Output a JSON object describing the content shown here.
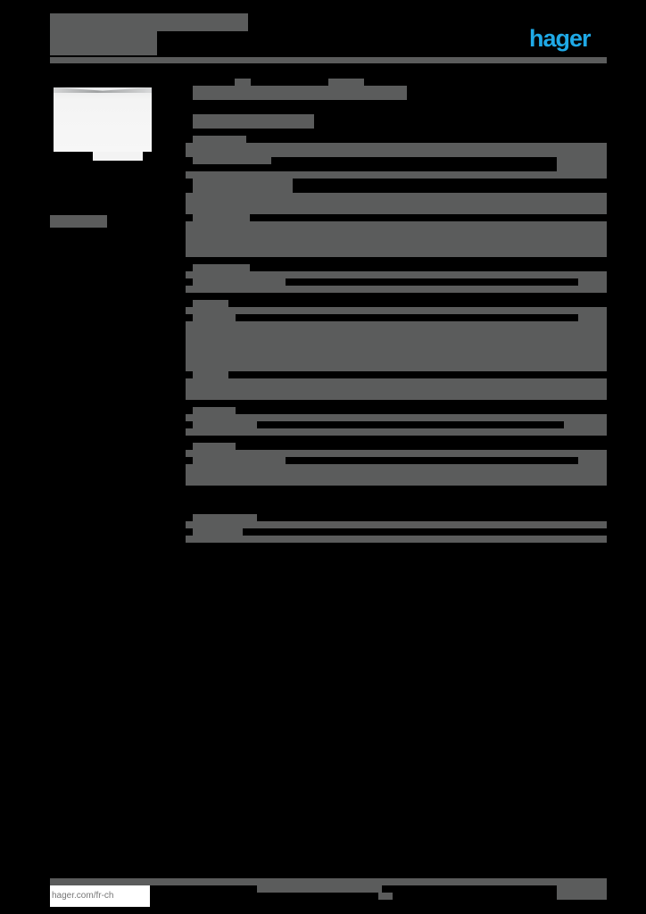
{
  "header": {
    "brand_logo": "hager",
    "brand_color": "#1fa9e6",
    "title_redacted": true
  },
  "product_image": {
    "alt": "white cable trunking corner piece"
  },
  "sidebar": {
    "label_redacted": true
  },
  "main": {
    "title_redacted": true,
    "subtitle_redacted": true,
    "sections_count": 10
  },
  "footer": {
    "url": "hager.com/fr-ch"
  },
  "colors": {
    "redaction": "#5b5c5c",
    "background": "#000000"
  }
}
